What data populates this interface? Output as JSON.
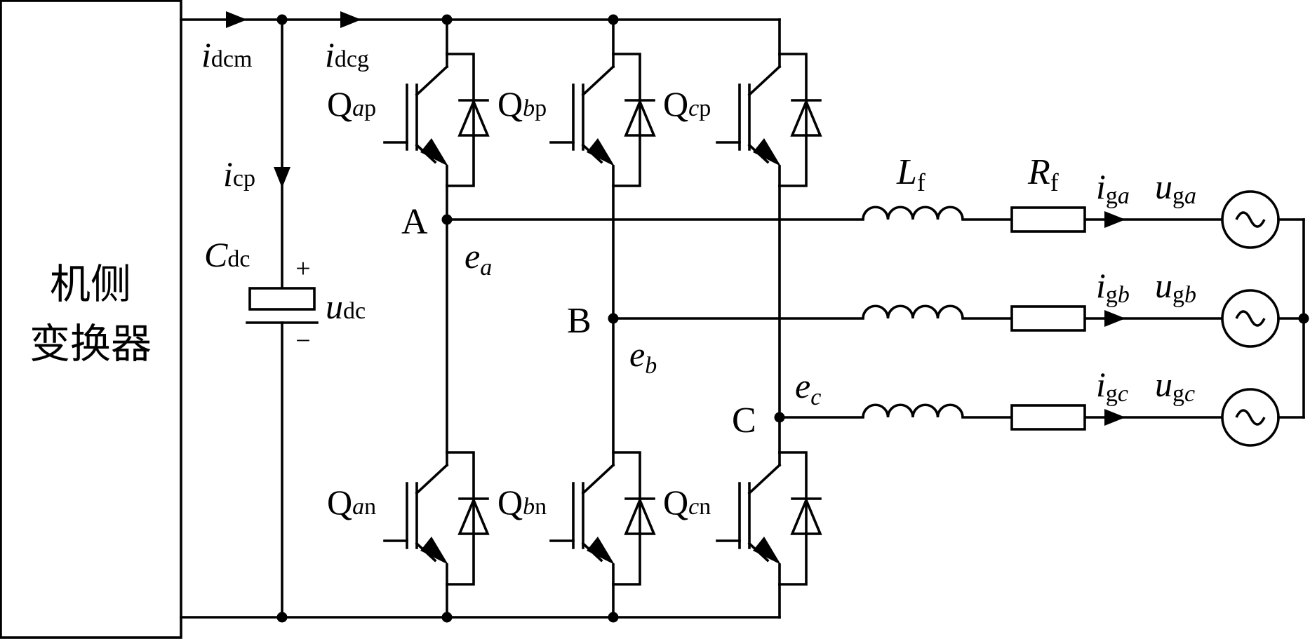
{
  "converter_box": {
    "line1": "机侧",
    "line2": "变换器"
  },
  "currents": {
    "i_dcm": {
      "main": "i",
      "sub": "dcm"
    },
    "i_dcg": {
      "main": "i",
      "sub": "dcg"
    },
    "i_cp": {
      "main": "i",
      "sub": "cp"
    }
  },
  "capacitor": {
    "name": {
      "main": "C",
      "sub": "dc"
    },
    "voltage": {
      "main": "u",
      "sub": "dc"
    },
    "plus": "+",
    "minus": "−"
  },
  "switches": {
    "ap": {
      "main": "Q",
      "sub_it": "a",
      "sub": "p"
    },
    "bp": {
      "main": "Q",
      "sub_it": "b",
      "sub": "p"
    },
    "cp": {
      "main": "Q",
      "sub_it": "c",
      "sub": "p"
    },
    "an": {
      "main": "Q",
      "sub_it": "a",
      "sub": "n"
    },
    "bn": {
      "main": "Q",
      "sub_it": "b",
      "sub": "n"
    },
    "cn": {
      "main": "Q",
      "sub_it": "c",
      "sub": "n"
    }
  },
  "nodes": {
    "A": "A",
    "B": "B",
    "C": "C"
  },
  "phase_emf": {
    "a": {
      "main": "e",
      "sub": "a"
    },
    "b": {
      "main": "e",
      "sub": "b"
    },
    "c": {
      "main": "e",
      "sub": "c"
    }
  },
  "filter": {
    "inductor": {
      "main": "L",
      "sub": "f"
    },
    "resistor": {
      "main": "R",
      "sub": "f"
    }
  },
  "grid": {
    "ia": {
      "main": "i",
      "sub": "g",
      "sub_it": "a"
    },
    "ib": {
      "main": "i",
      "sub": "g",
      "sub_it": "b"
    },
    "ic": {
      "main": "i",
      "sub": "g",
      "sub_it": "c"
    },
    "ua": {
      "main": "u",
      "sub": "g",
      "sub_it": "a"
    },
    "ub": {
      "main": "u",
      "sub": "g",
      "sub_it": "b"
    },
    "uc": {
      "main": "u",
      "sub": "g",
      "sub_it": "c"
    }
  }
}
